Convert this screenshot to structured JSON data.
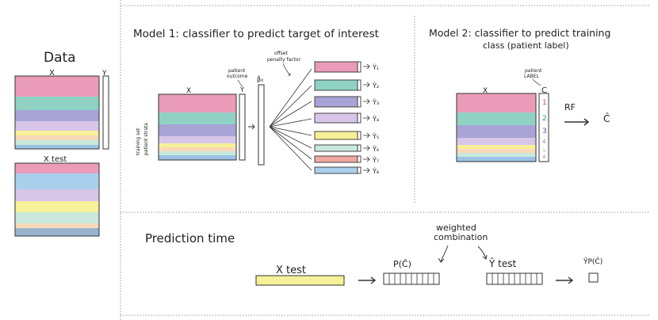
{
  "data_panel": {
    "title": "Data",
    "x_label": "X",
    "y_label": "Y",
    "test_label": "X test"
  },
  "model1": {
    "title": "Model 1: classifier to predict target of interest",
    "x_label": "X",
    "outcome_note_1": "patient",
    "outcome_note_2": "outcome",
    "y_label": "Y",
    "beta_label": "β̂₀",
    "offset_note_1": "offset",
    "offset_note_2": "penalty factor",
    "side_note_1": "training set",
    "side_note_2": "patient strata",
    "outputs": [
      "Ŷ₁",
      "Ŷ₂",
      "Ŷ₃",
      "Ŷ₄",
      "Ŷ₅",
      "Ŷ₆",
      "Ŷ₇",
      "Ŷ₈"
    ]
  },
  "model2": {
    "title_line1": "Model 2: classifier to predict training",
    "title_line2": "class (patient label)",
    "x_label": "X",
    "label_note_1": "patient",
    "label_note_2": "LABEL",
    "c_label": "C",
    "class_numbers": [
      "1",
      "2",
      "3",
      "4",
      "5",
      "6"
    ],
    "rf_label": "RF",
    "c_hat_label": "Ĉ"
  },
  "prediction": {
    "title": "Prediction time",
    "x_test_label": "X test",
    "pc_label": "P(Ĉ)",
    "weighted_line1": "weighted",
    "weighted_line2": "combination",
    "y_test_label": "Ŷ test",
    "y_pc_label": "ŶP(Ĉ)"
  },
  "colors": {
    "pink": "#ea9cb8",
    "teal": "#8fd2c4",
    "purple": "#a8a4d6",
    "lavender": "#d8c6e8",
    "yellow": "#f6f098",
    "peach": "#f8d8b8",
    "sky": "#a8d0ec",
    "blue": "#9ec2e6",
    "coral": "#f0a8a0",
    "mint": "#c8e8dc",
    "steel": "#98b4cc"
  }
}
